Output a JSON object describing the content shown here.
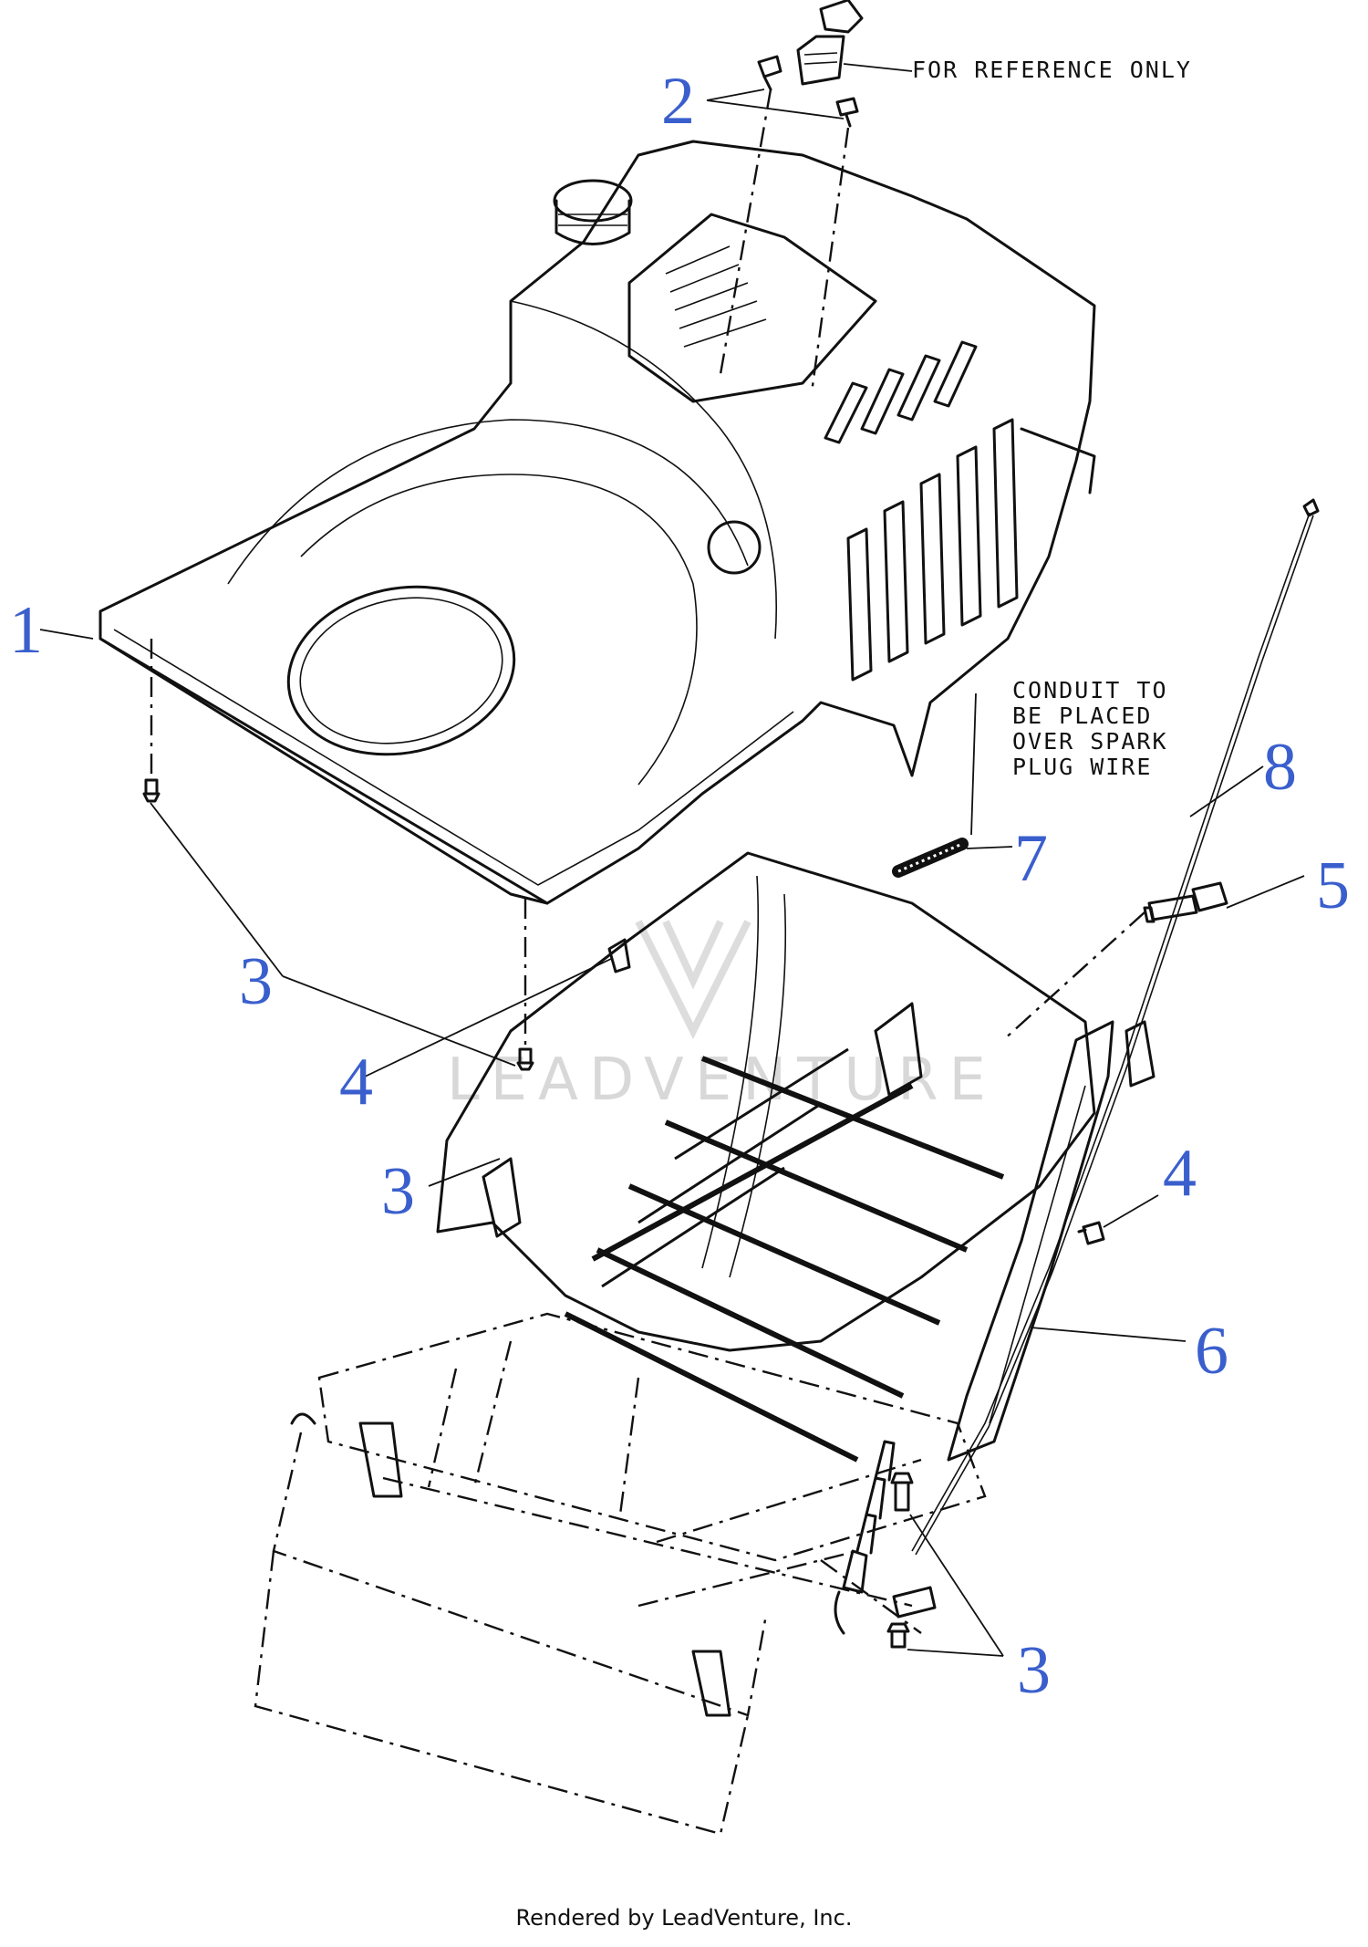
{
  "diagram": {
    "notes": {
      "reference": "FOR REFERENCE ONLY",
      "conduit": [
        "CONDUIT TO",
        "BE PLACED",
        "OVER SPARK",
        "PLUG WIRE"
      ]
    },
    "callouts": {
      "c1": "1",
      "c2": "2",
      "c3a": "3",
      "c3b": "3",
      "c3c": "3",
      "c4a": "4",
      "c4b": "4",
      "c5": "5",
      "c6": "6",
      "c7": "7",
      "c8": "8"
    },
    "watermark": "LEADVENTURE",
    "footer": "Rendered by LeadVenture, Inc."
  },
  "colors": {
    "callout": "#3a5fcd",
    "line": "#111111",
    "watermark": "#d8d8d8"
  }
}
